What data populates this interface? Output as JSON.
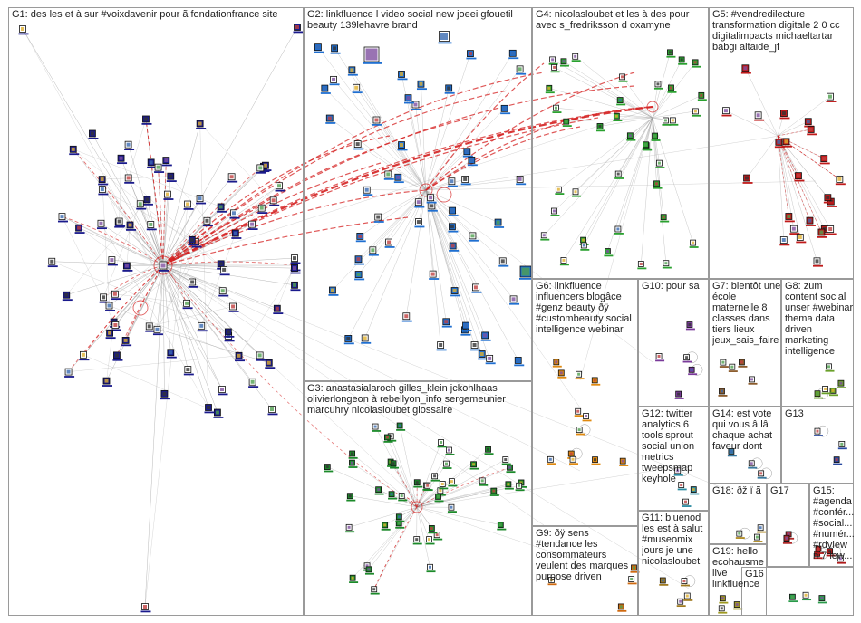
{
  "groups": [
    {
      "id": "G1",
      "label": "G1: des les et à sur #voixdavenir pour ã fondationfrance site",
      "color": "#1a1a8c"
    },
    {
      "id": "G2",
      "label": "G2: linkfluence l video social new joeei gfouetil beauty 139lehavre brand",
      "color": "#1f6fd1"
    },
    {
      "id": "G3",
      "label": "G3: anastasialaroch gilles_klein jckohlhaas olivierlongeon à rebellyon_info sergemeunier marcuhry nicolasloubet glossaire",
      "color": "#1c8a2a"
    },
    {
      "id": "G4",
      "label": "G4: nicolasloubet et les à des pour avec s_fredriksson d oxamyne",
      "color": "#2aa12f"
    },
    {
      "id": "G5",
      "label": "G5: #vendredilecture transformation digitale 2 0 cc digitalimpacts michaeltartar babgi altaide_jf",
      "color": "#c01a1a"
    },
    {
      "id": "G6",
      "label": "G6: linkfluence influencers blogâce #genz beauty ðÿ #custombeauty social intelligence webinar",
      "color": "#e08a10"
    },
    {
      "id": "G7",
      "label": "G7: bientôt une école maternelle 8 classes dans tiers lieux jeux_sais_faire",
      "color": "#8a5a2a"
    },
    {
      "id": "G8",
      "label": "G8: zum content social unser #webinar thema data driven marketing intelligence",
      "color": "#6aa02a"
    },
    {
      "id": "G9",
      "label": "G9: ðÿ sens #tendance les consommateurs veulent des marques purpose driven",
      "color": "#d06a10"
    },
    {
      "id": "G10",
      "label": "G10: pour sa",
      "color": "#7a3a9a"
    },
    {
      "id": "G11",
      "label": "G11: bluenod les est à salut #museomix jours je une nicolasloubet",
      "color": "#a07a20"
    },
    {
      "id": "G12",
      "label": "G12: twitter analytics 6 tools sprout social union metrics tweepsmap keyhole",
      "color": "#2a8aa0"
    },
    {
      "id": "G13",
      "label": "G13",
      "color": "#2a4aa0"
    },
    {
      "id": "G14",
      "label": "G14: est vote qui vous â lâ chaque achat faveur dont",
      "color": "#3a7aa0"
    },
    {
      "id": "G15",
      "label": "G15: #agenda #confér... #social... #numér... #rdvlew n 7 lew...",
      "color": "#b01a1a"
    },
    {
      "id": "G16",
      "label": "G16",
      "color": "#2a9a4a"
    },
    {
      "id": "G17",
      "label": "G17",
      "color": "#b02a2a"
    },
    {
      "id": "G18",
      "label": "G18: ðž ï ã",
      "color": "#b08a20"
    },
    {
      "id": "G19",
      "label": "G19: hello ecohausme live linkfluence",
      "color": "#a09a20"
    }
  ],
  "edge_color": "#9a9a9a",
  "highlight_edge_color": "#d42020"
}
